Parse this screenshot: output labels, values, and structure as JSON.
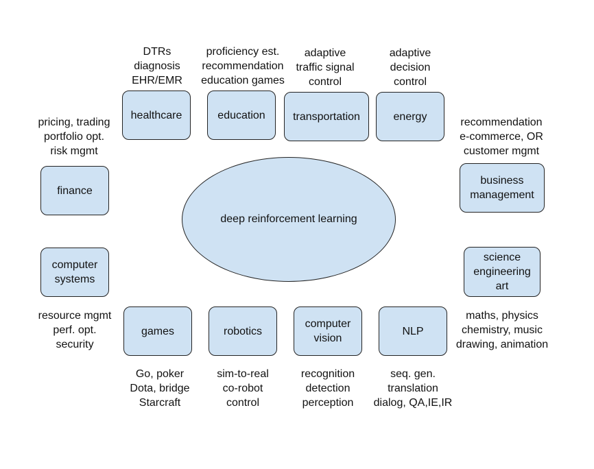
{
  "center": {
    "label": "deep reinforcement learning"
  },
  "nodes": {
    "healthcare": {
      "label": "healthcare",
      "examples": "DTRs\ndiagnosis\nEHR/EMR"
    },
    "education": {
      "label": "education",
      "examples": "proficiency est.\nrecommendation\neducation games"
    },
    "transportation": {
      "label": "transportation",
      "examples": "adaptive\ntraffic signal\ncontrol"
    },
    "energy": {
      "label": "energy",
      "examples": "adaptive\ndecision\ncontrol"
    },
    "finance": {
      "label": "finance",
      "examples": "pricing, trading\nportfolio opt.\nrisk mgmt"
    },
    "business": {
      "label": "business\nmanagement",
      "examples": "recommendation\ne-commerce, OR\ncustomer mgmt"
    },
    "computer_systems": {
      "label": "computer\nsystems",
      "examples": "resource mgmt\nperf. opt.\nsecurity"
    },
    "science": {
      "label": "science\nengineering\nart",
      "examples": "maths, physics\nchemistry, music\ndrawing, animation"
    },
    "games": {
      "label": "games",
      "examples": "Go, poker\nDota, bridge\nStarcraft"
    },
    "robotics": {
      "label": "robotics",
      "examples": "sim-to-real\nco-robot\ncontrol"
    },
    "computer_vision": {
      "label": "computer\nvision",
      "examples": "recognition\ndetection\nperception"
    },
    "nlp": {
      "label": "NLP",
      "examples": "seq. gen.\ntranslation\ndialog, QA,IE,IR"
    }
  }
}
